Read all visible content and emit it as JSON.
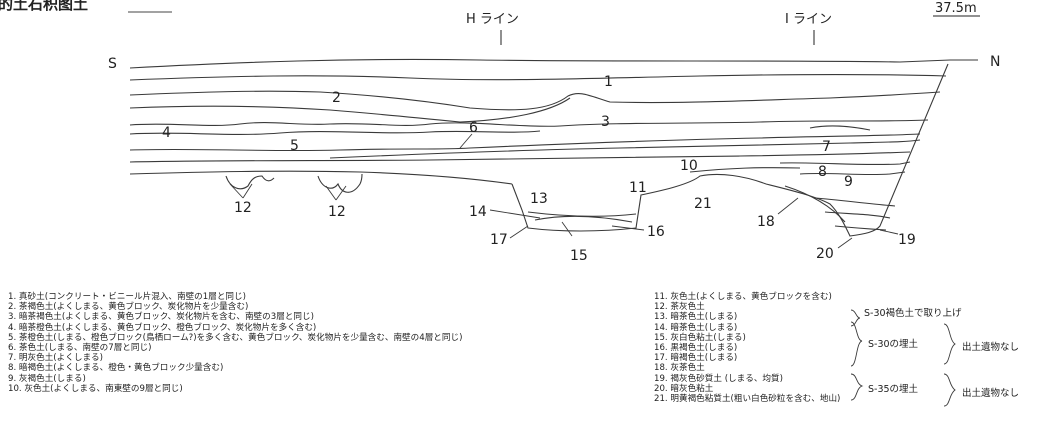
{
  "title_fragment": "的土石积图土",
  "scale_label": "37.5m",
  "line_labels": {
    "h": "H ライン",
    "i": "I ライン"
  },
  "direction": {
    "left": "S",
    "right": "N"
  },
  "layer_numbers": [
    "1",
    "2",
    "3",
    "4",
    "5",
    "6",
    "7",
    "8",
    "9",
    "10",
    "11",
    "12",
    "12",
    "13",
    "14",
    "15",
    "16",
    "17",
    "18",
    "19",
    "20",
    "21"
  ],
  "legend_left": [
    "1. 真砂土(コンクリート・ビニール片混入、南壁の1層と同じ)",
    "2. 茶褐色土(よくしまる、黄色ブロック、炭化物片を少量含む)",
    "3. 暗茶褐色土(よくしまる、黄色ブロック、炭化物片を含む、南壁の3層と同じ)",
    "4. 暗茶橙色土(よくしまる、黄色ブロック、橙色ブロック、炭化物片を多く含む)",
    "5. 茶橙色土(しまる、橙色ブロック(鳥栖ローム?)を多く含む、黄色ブロック、炭化物片を少量含む、南壁の4層と同じ)",
    "6. 茶色土(しまる、南壁の7層と同じ)",
    "7. 明灰色土(よくしまる)",
    "8. 暗褐色土(よくしまる、橙色・黄色ブロック少量含む)",
    "9. 灰褐色土(しまる)",
    "10. 灰色土(よくしまる、南東壁の9層と同じ)"
  ],
  "legend_right": [
    "11. 灰色土(よくしまる、黄色ブロックを含む)",
    "12. 茶灰色土",
    "13. 暗茶色土(しまる)",
    "14. 暗茶色土(しまる)",
    "15. 灰白色粘土(しまる)",
    "16. 黒褐色土(しまる)",
    "17. 暗褐色土(しまる)",
    "18. 灰茶色土",
    "19. 褐灰色砂質土 (しまる、均質)",
    "20. 暗灰色粘土",
    "21. 明黄褐色粘質土(粗い白色砂粒を含む、地山)"
  ],
  "notes": {
    "s30_taken": "S-30褐色土で取り上げ",
    "s30_fill": "S-30の埋土",
    "s35_fill": "S-35の埋土",
    "no_artifacts_1": "出土遺物なし",
    "no_artifacts_2": "出土遺物なし"
  }
}
